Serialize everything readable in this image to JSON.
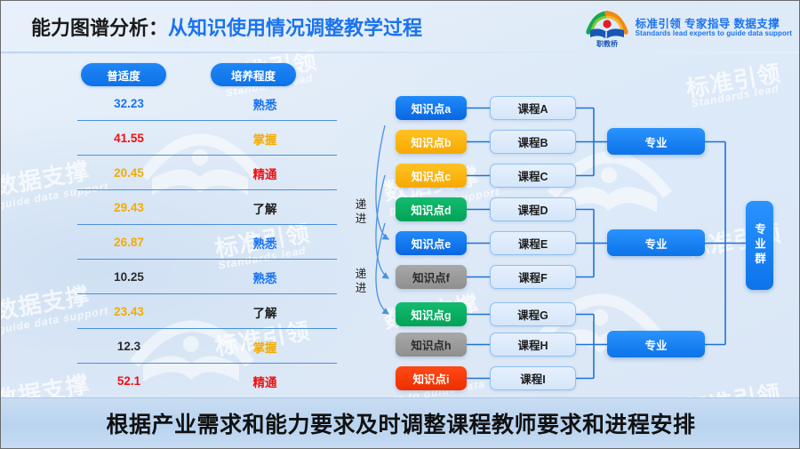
{
  "header": {
    "title_black": "能力图谱分析：",
    "title_blue": "从知识使用情况调整教学过程",
    "brand_cn": "标准引领 专家指导 数据支撑",
    "brand_en": "Standards lead experts to guide data support",
    "logo_caption": "职教桥",
    "accent_color": "#1a73f0"
  },
  "table": {
    "columns": [
      "普适度",
      "培养程度"
    ],
    "rows": [
      {
        "value": "32.23",
        "value_color": "#1a73f0",
        "level": "熟悉",
        "level_color": "#1a73f0"
      },
      {
        "value": "41.55",
        "value_color": "#ee1111",
        "level": "掌握",
        "level_color": "#f5ab00"
      },
      {
        "value": "20.45",
        "value_color": "#f5ab00",
        "level": "精通",
        "level_color": "#ee1111"
      },
      {
        "value": "29.43",
        "value_color": "#f5ab00",
        "level": "了解",
        "level_color": "#1a1a1a"
      },
      {
        "value": "26.87",
        "value_color": "#f5ab00",
        "level": "熟悉",
        "level_color": "#1a73f0"
      },
      {
        "value": "10.25",
        "value_color": "#2b2b2b",
        "level": "熟悉",
        "level_color": "#1a73f0"
      },
      {
        "value": "23.43",
        "value_color": "#f5ab00",
        "level": "了解",
        "level_color": "#1a1a1a"
      },
      {
        "value": "12.3",
        "value_color": "#2b2b2b",
        "level": "掌握",
        "level_color": "#f5ab00"
      },
      {
        "value": "52.1",
        "value_color": "#ee1111",
        "level": "精通",
        "level_color": "#ee1111"
      }
    ]
  },
  "diagram": {
    "knowledge_points": [
      {
        "label": "知识点a",
        "color_name": "blue",
        "color": "#0d74ec"
      },
      {
        "label": "知识点b",
        "color_name": "orange",
        "color": "#f7b100"
      },
      {
        "label": "知识点c",
        "color_name": "orange",
        "color": "#f7b100"
      },
      {
        "label": "知识点d",
        "color_name": "green",
        "color": "#07a85c"
      },
      {
        "label": "知识点e",
        "color_name": "blue",
        "color": "#0d74ec"
      },
      {
        "label": "知识点f",
        "color_name": "gray",
        "color": "#999999"
      },
      {
        "label": "知识点g",
        "color_name": "green",
        "color": "#07a85c"
      },
      {
        "label": "知识点h",
        "color_name": "gray",
        "color": "#999999"
      },
      {
        "label": "知识点i",
        "color_name": "red",
        "color": "#f03200"
      }
    ],
    "courses": [
      "课程A",
      "课程B",
      "课程C",
      "课程D",
      "课程E",
      "课程F",
      "课程G",
      "课程H",
      "课程I"
    ],
    "majors": [
      "专业",
      "专业",
      "专业"
    ],
    "major_group": "专业群",
    "progression_labels": [
      "递进",
      "递进"
    ]
  },
  "footer": {
    "text": "根据产业需求和能力要求及时调整课程教师要求和进程安排"
  },
  "watermarks": {
    "cn_a": "数据支撑",
    "cn_b": "标准引领",
    "en_a": "guide data support",
    "en_b": "Standards lead",
    "en_c": "Standards lead experts to guide data support"
  }
}
